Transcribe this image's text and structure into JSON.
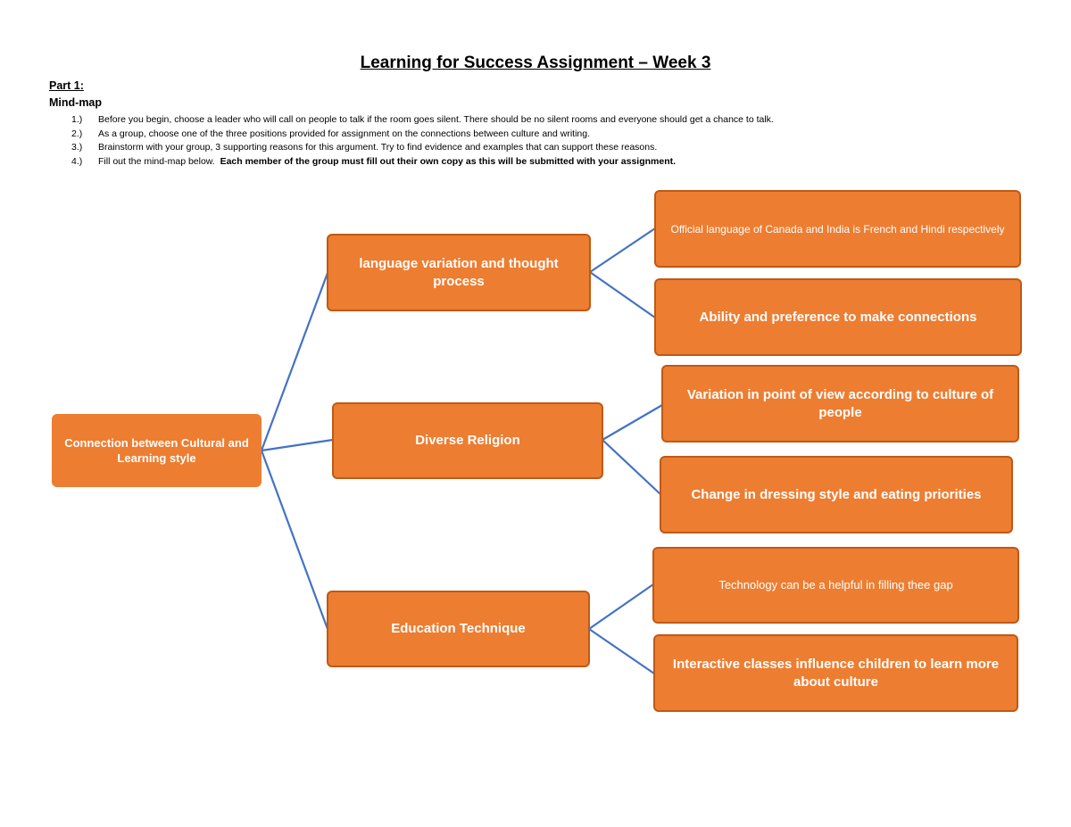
{
  "document": {
    "title": "Learning for Success Assignment – Week 3",
    "part_label": "Part 1:",
    "section_label": "Mind-map",
    "steps": [
      {
        "num": "1.)",
        "text": "Before you begin, choose a leader who will call on people to talk if the room goes silent.  There should be no silent rooms and everyone should get a chance to talk.",
        "bold": ""
      },
      {
        "num": "2.)",
        "text": "As a group, choose one of the three positions provided for assignment on the connections between culture and writing.",
        "bold": ""
      },
      {
        "num": "3.)",
        "text": "Brainstorm with your group, 3 supporting reasons for this argument.  Try to find evidence and examples that can support these reasons.",
        "bold": ""
      },
      {
        "num": "4.)",
        "text": "Fill out the mind-map below.  ",
        "bold": "Each member of the group must fill out their own copy as this will be submitted with your assignment."
      }
    ]
  },
  "mindmap": {
    "root": "Connection between Cultural and Learning style",
    "branches": [
      {
        "label": "language variation and thought process",
        "leaves": [
          "Official language of Canada and India is French and Hindi respectively",
          "Ability and preference to make connections"
        ]
      },
      {
        "label": "Diverse Religion",
        "leaves": [
          "Variation in point of view according to culture of people",
          "Change in dressing style and eating priorities"
        ]
      },
      {
        "label": "Education Technique",
        "leaves": [
          "Technology can be a helpful in filling thee gap",
          "Interactive classes influence children to learn more about culture"
        ]
      }
    ],
    "colors": {
      "node_fill": "#ED7D31",
      "node_border": "#BE5A15",
      "connector": "#4472C4",
      "node_text": "#FFFFFF"
    }
  }
}
